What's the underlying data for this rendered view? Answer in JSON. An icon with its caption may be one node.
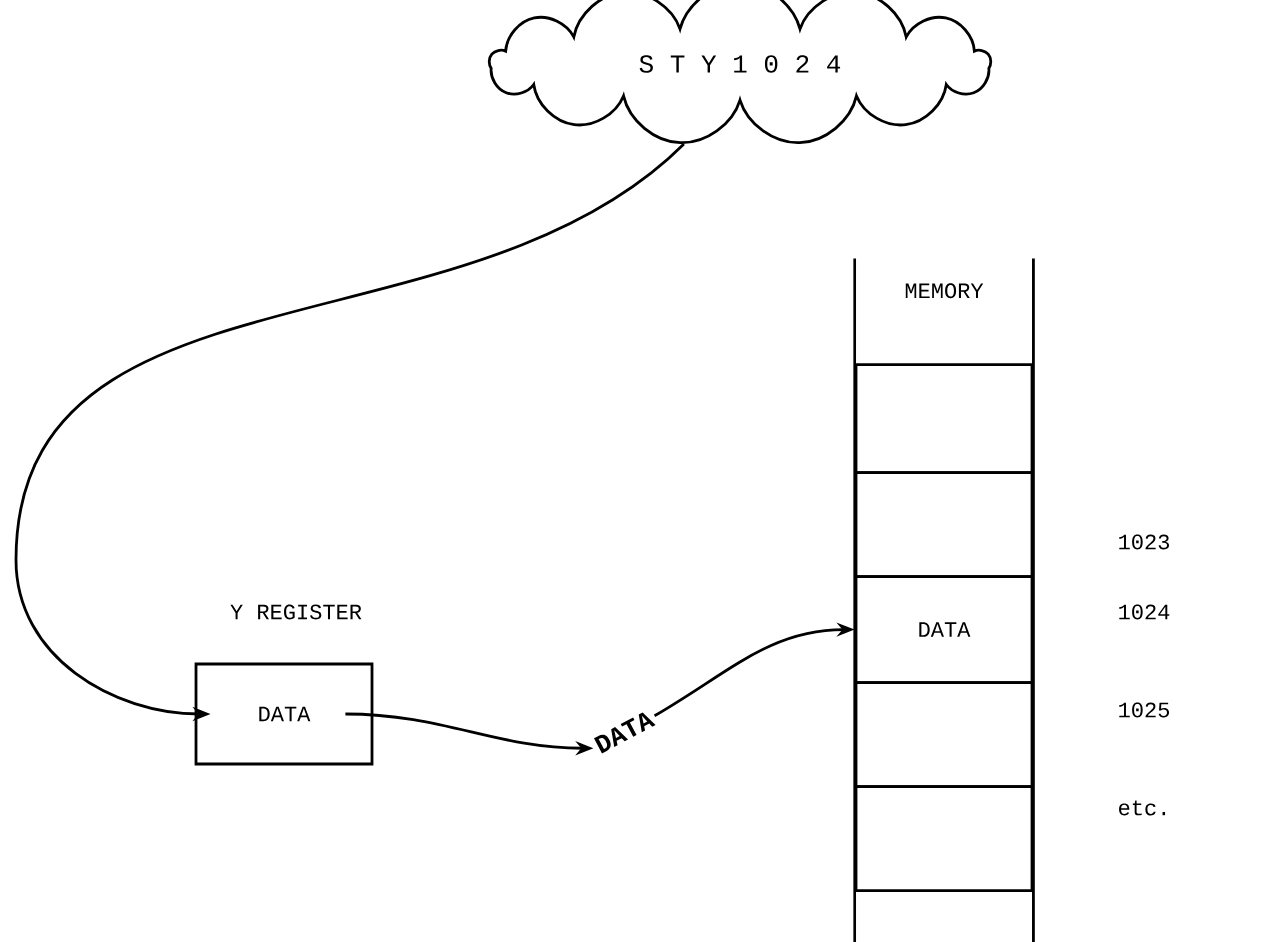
{
  "diagram": {
    "nodes": [
      {
        "text": [
          "S T Y 1 0 2 4"
        ]
      },
      {
        "text": [
          "Y REGISTER",
          "DATA"
        ]
      },
      {
        "text": [
          "DATA"
        ]
      },
      {
        "text": [
          "MEMORY"
        ]
      },
      {
        "text": [],
        "shape": "box",
        "in": 3
      },
      {
        "text": [],
        "shape": "box",
        "in": 3,
        "beside": [
          "1023"
        ]
      },
      {
        "text": [
          "DATA"
        ],
        "in": 3,
        "beside": [
          "1024"
        ]
      },
      {
        "text": [],
        "shape": "box",
        "in": 3,
        "beside": [
          "1025"
        ]
      },
      {
        "text": [],
        "shape": "box",
        "in": 3,
        "beside": [
          "etc."
        ]
      }
    ],
    "edges": [
      {
        "from": 0,
        "to": 1,
        "arrow": "to"
      },
      {
        "from": 1,
        "to": 2,
        "arrow": "to"
      },
      {
        "from": 2,
        "to": 6,
        "arrow": "to"
      }
    ]
  }
}
